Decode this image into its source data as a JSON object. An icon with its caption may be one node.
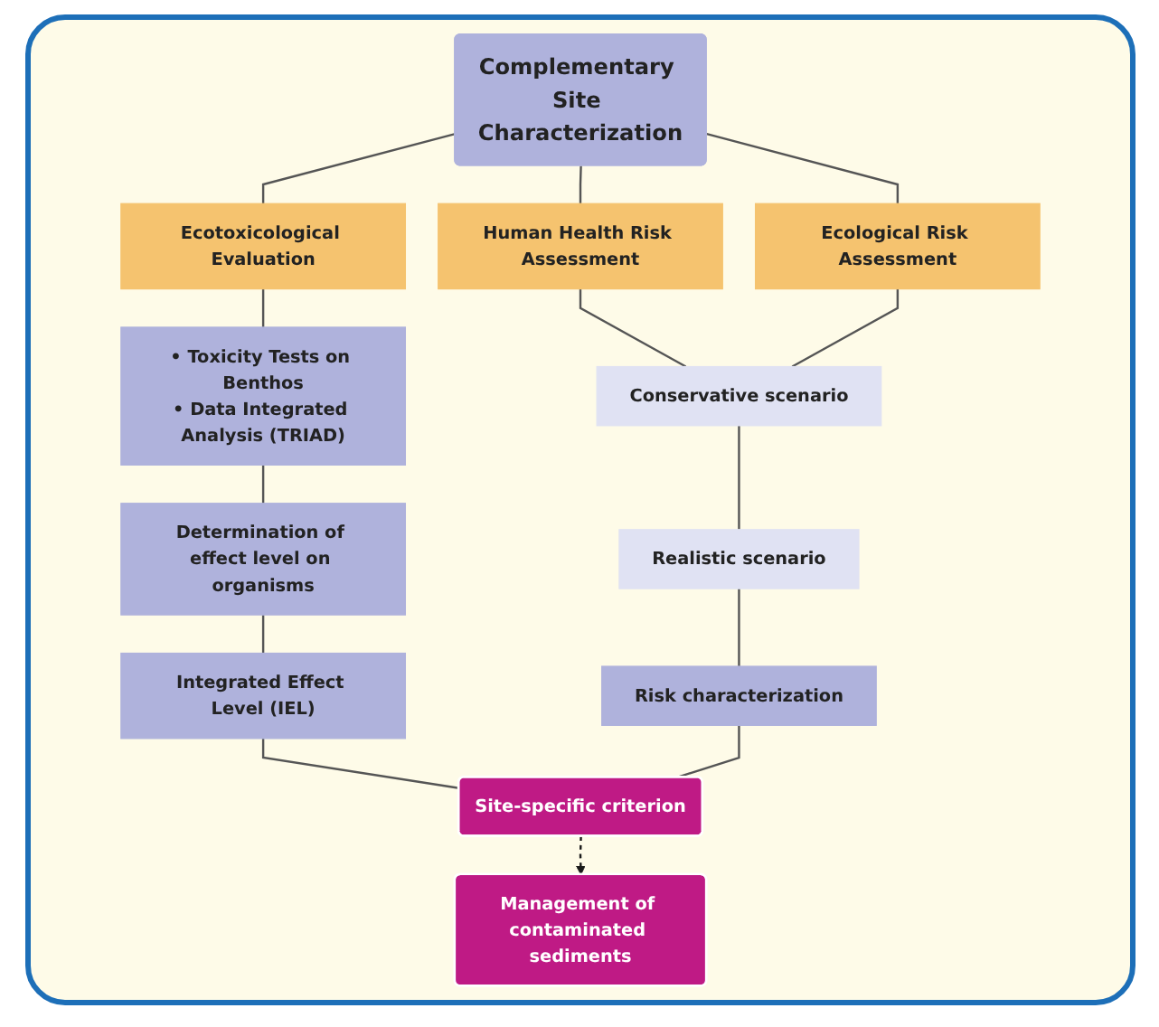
{
  "diagram": {
    "nodes": [
      {
        "text": [
          "Complementary Site Characterization"
        ]
      },
      {
        "text": [
          "Ecotoxicological Evaluation"
        ]
      },
      {
        "text": [
          "Human Health Risk Assessment"
        ]
      },
      {
        "text": [
          "Ecological Risk Assessment"
        ]
      },
      {
        "text": [
          "• Toxicity Tests on Benthos",
          "• Data Integrated Analysis (TRIAD)"
        ]
      },
      {
        "text": [
          "Determination of effect level on organisms"
        ]
      },
      {
        "text": [
          "Integrated Effect Level (IEL)"
        ]
      },
      {
        "text": [
          "Conservative scenario"
        ]
      },
      {
        "text": [
          "Realistic scenario"
        ]
      },
      {
        "text": [
          "Risk characterization"
        ]
      },
      {
        "text": [
          "Site-specific criterion"
        ]
      },
      {
        "text": [
          "Management of contaminated sediments"
        ]
      }
    ],
    "edges": [
      {
        "from": 0,
        "to": 1,
        "arrow": "none"
      },
      {
        "from": 0,
        "to": 2,
        "arrow": "none"
      },
      {
        "from": 0,
        "to": 3,
        "arrow": "none"
      },
      {
        "from": 1,
        "to": 4,
        "arrow": "none"
      },
      {
        "from": 4,
        "to": 5,
        "arrow": "none"
      },
      {
        "from": 5,
        "to": 6,
        "arrow": "none"
      },
      {
        "from": 2,
        "to": 7,
        "arrow": "none"
      },
      {
        "from": 3,
        "to": 7,
        "arrow": "none"
      },
      {
        "from": 7,
        "to": 8,
        "arrow": "none"
      },
      {
        "from": 8,
        "to": 9,
        "arrow": "none"
      },
      {
        "from": 6,
        "to": 10,
        "arrow": "none"
      },
      {
        "from": 9,
        "to": 10,
        "arrow": "none"
      },
      {
        "from": 10,
        "to": 11,
        "arrow": "to",
        "style": "dashed",
        "color": "#1a1a1a"
      }
    ]
  }
}
